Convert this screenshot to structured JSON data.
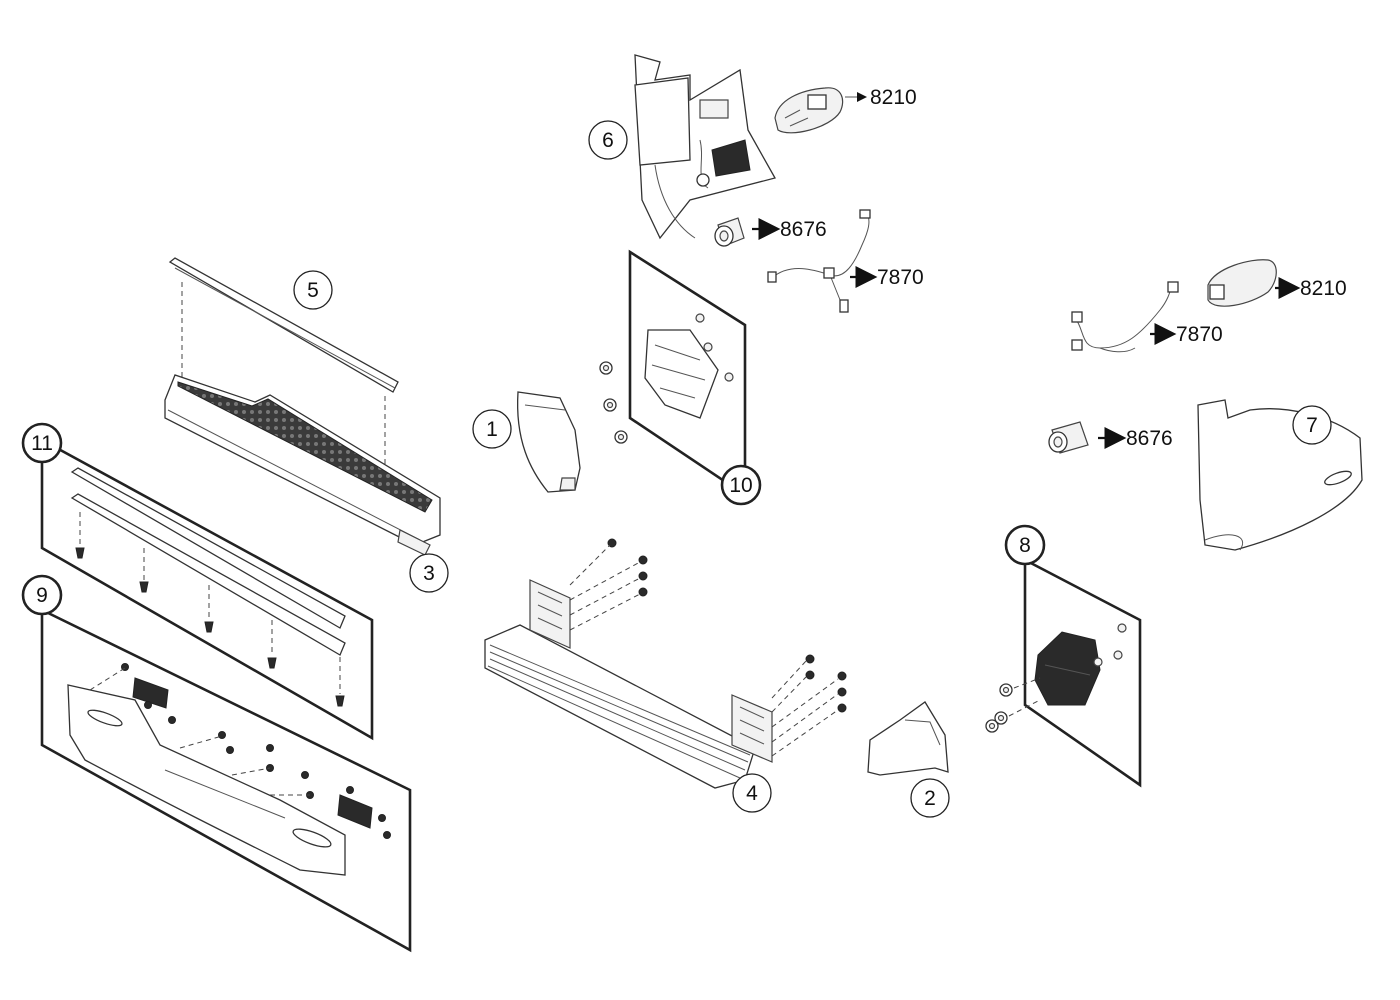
{
  "callouts": {
    "c1": "1",
    "c2": "2",
    "c3": "3",
    "c4": "4",
    "c5": "5",
    "c6": "6",
    "c7": "7",
    "c8": "8",
    "c9": "9",
    "c10": "10",
    "c11": "11"
  },
  "references": {
    "r_8210_top": "8210",
    "r_8676_top": "8676",
    "r_7870_top": "7870",
    "r_8210_right": "8210",
    "r_7870_right": "7870",
    "r_8676_right": "8676"
  },
  "colors": {
    "line": "#222222",
    "fill": "#ffffff",
    "dark": "#2a2a2a"
  }
}
